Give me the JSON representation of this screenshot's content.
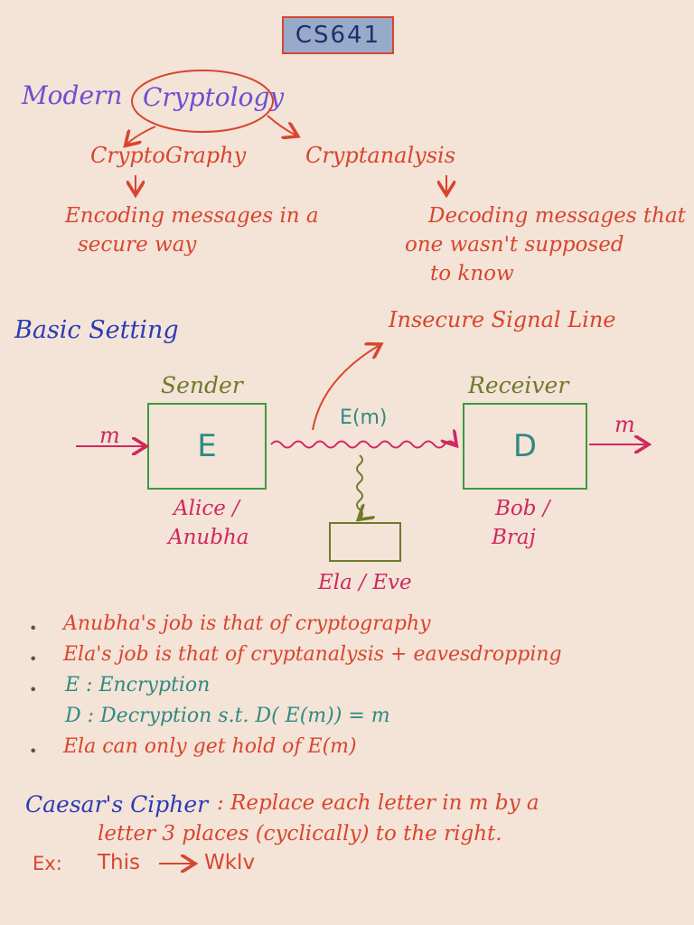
{
  "header": {
    "course": "CS641"
  },
  "intro": {
    "prefix": "Modern",
    "topic": "Cryptology",
    "branch_left": "CryptoGraphy",
    "branch_right": "Cryptanalysis",
    "left_def_1": "Encoding messages in a",
    "left_def_2": "secure way",
    "right_def_1": "Decoding messages that",
    "right_def_2": "one wasn't supposed",
    "right_def_3": "to know"
  },
  "setting": {
    "heading": "Basic Setting",
    "channel_label": "Insecure Signal Line",
    "sender_label": "Sender",
    "receiver_label": "Receiver",
    "enc_box": "E",
    "dec_box": "D",
    "input_m": "m",
    "output_m": "m",
    "ciphertext": "E(m)",
    "alice_1": "Alice /",
    "alice_2": "Anubha",
    "bob_1": "Bob /",
    "bob_2": "Braj",
    "eve": "Ela / Eve"
  },
  "notes": {
    "n1": "Anubha's job is that of cryptography",
    "n2": "Ela's job is that of cryptanalysis + eavesdropping",
    "n3": "E : Encryption",
    "n4": "D : Decryption   s.t.   D( E(m)) = m",
    "n5": "Ela can only get hold of  E(m)"
  },
  "caesar": {
    "title": "Caesar's Cipher",
    "desc_1": ": Replace each letter in m by a",
    "desc_2": "letter 3 places (cyclically) to the right.",
    "ex_label": "Ex:",
    "ex_plain": "This",
    "ex_cipher": "Wklv"
  },
  "colors": {
    "background": "#f4e3d7",
    "ink_red": "#d8452e",
    "ink_purple": "#6c4fd3",
    "ink_blue": "#2a3bb5",
    "ink_olive": "#6f7a2a",
    "ink_pink": "#d0285f",
    "ink_teal": "#2f8a82",
    "box_green": "#3d9a3d"
  }
}
